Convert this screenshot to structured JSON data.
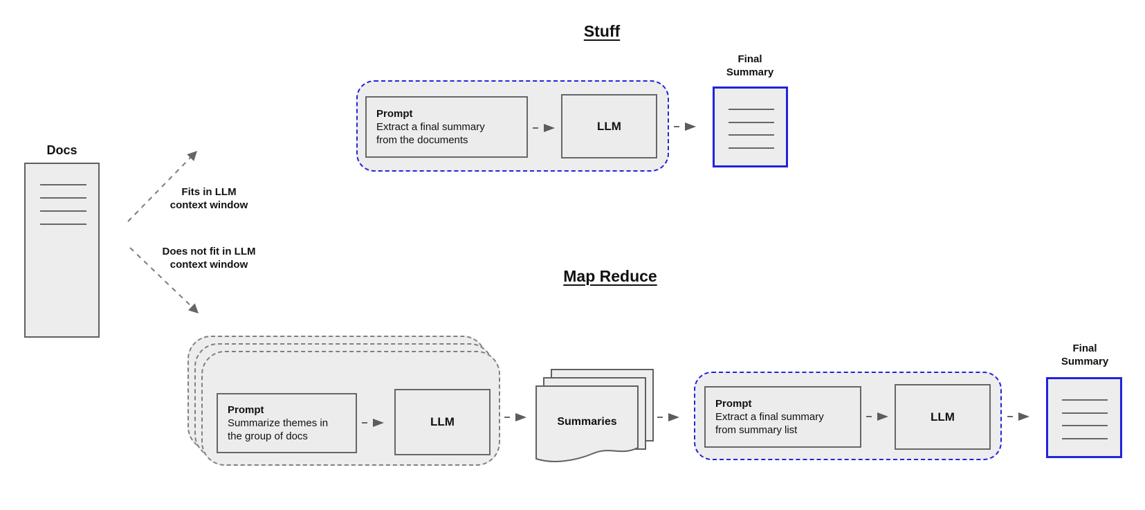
{
  "colors": {
    "accent_blue": "#2222dd",
    "box_border_gray": "#5f5f5f",
    "fill_gray": "#ededed",
    "dash_gray": "#7a7a7a",
    "text_color": "#111111"
  },
  "docs": {
    "label": "Docs"
  },
  "branches": {
    "fits": {
      "line1": "Fits in LLM",
      "line2": "context window"
    },
    "does_not_fit": {
      "line1": "Does not fit in LLM",
      "line2": "context window"
    }
  },
  "stuff": {
    "title": "Stuff",
    "prompt": {
      "heading": "Prompt",
      "line1": "Extract a final summary",
      "line2": "from the documents"
    },
    "llm_label": "LLM",
    "final_summary": {
      "line1": "Final",
      "line2": "Summary"
    }
  },
  "map_reduce": {
    "title": "Map Reduce",
    "map_prompt": {
      "heading": "Prompt",
      "line1": "Summarize themes in",
      "line2": "the group of docs"
    },
    "map_llm_label": "LLM",
    "summaries_label": "Summaries",
    "reduce_prompt": {
      "heading": "Prompt",
      "line1": "Extract a final summary",
      "line2": "from summary list"
    },
    "reduce_llm_label": "LLM",
    "final_summary": {
      "line1": "Final",
      "line2": "Summary"
    }
  }
}
